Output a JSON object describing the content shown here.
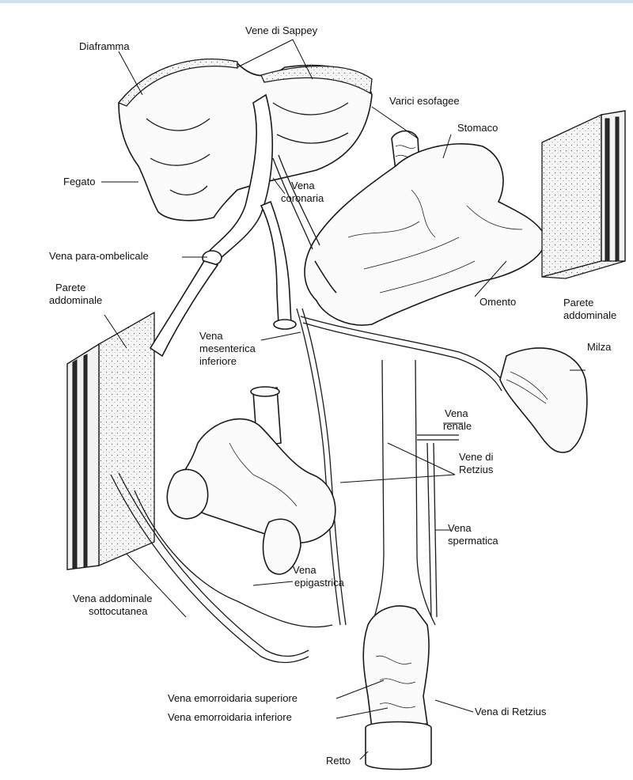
{
  "labels": {
    "vene_sappey": "Vene di Sappey",
    "diaframma": "Diaframma",
    "varici": "Varici esofagee",
    "stomaco": "Stomaco",
    "fegato": "Fegato",
    "vena_coronaria_1": "Vena",
    "vena_coronaria_2": "coronaria",
    "para_ombelicale": "Vena para-ombelicale",
    "parete_sx_1": "Parete",
    "parete_sx_2": "addominale",
    "omento": "Omento",
    "parete_dx_1": "Parete",
    "parete_dx_2": "addominale",
    "mesenterica_1": "Vena",
    "mesenterica_2": "mesenterica",
    "mesenterica_3": "inferiore",
    "milza": "Milza",
    "renale_1": "Vena",
    "renale_2": "renale",
    "retzius_1": "Vene di",
    "retzius_2": "Retzius",
    "spermatica_1": "Vena",
    "spermatica_2": "spermatica",
    "epigastrica_1": "Vena",
    "epigastrica_2": "epigastrica",
    "sottocutanea_1": "Vena addominale",
    "sottocutanea_2": "sottocutanea",
    "emorroidaria_sup": "Vena emorroidaria superiore",
    "emorroidaria_inf": "Vena emorroidaria inferiore",
    "vena_retzius": "Vena di Retzius",
    "retto": "Retto"
  }
}
